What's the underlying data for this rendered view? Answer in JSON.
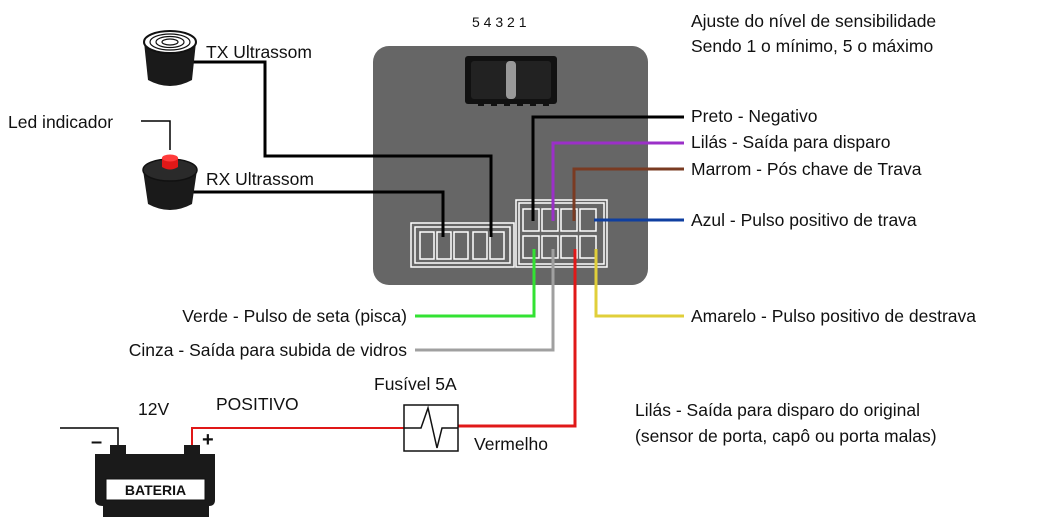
{
  "sensitivity": {
    "scale_numbers": "5 4 3 2 1",
    "line1": "Ajuste do nível de sensibilidade",
    "line2": "Sendo 1 o mínimo, 5 o máximo"
  },
  "sensors": {
    "tx_label": "TX Ultrassom",
    "rx_label": "RX Ultrassom",
    "led_label": "Led indicador"
  },
  "wires": {
    "preto": "Preto - Negativo",
    "lilas": "Lilás - Saída para disparo",
    "marrom": "Marrom - Pós chave de Trava",
    "azul": "Azul - Pulso positivo de trava",
    "verde": "Verde - Pulso de seta (pisca)",
    "cinza": "Cinza - Saída para subida de vidros",
    "amarelo": "Amarelo - Pulso positivo de destrava",
    "vermelho": "Vermelho"
  },
  "power": {
    "voltage": "12V",
    "positive": "POSITIVO",
    "fuse": "Fusível 5A",
    "battery": "BATERIA",
    "minus": "–",
    "plus": "+"
  },
  "note": {
    "line1": "Lilás - Saída para disparo do original",
    "line2": "(sensor de porta, capô ou porta malas)"
  },
  "colors": {
    "preto": "#000000",
    "lilas": "#9b30c8",
    "marrom": "#7a3b22",
    "azul": "#0f3fa0",
    "verde": "#33e233",
    "cinza": "#a0a0a0",
    "amarelo": "#e0cf3a",
    "vermelho": "#e01818",
    "module": "#666666"
  }
}
